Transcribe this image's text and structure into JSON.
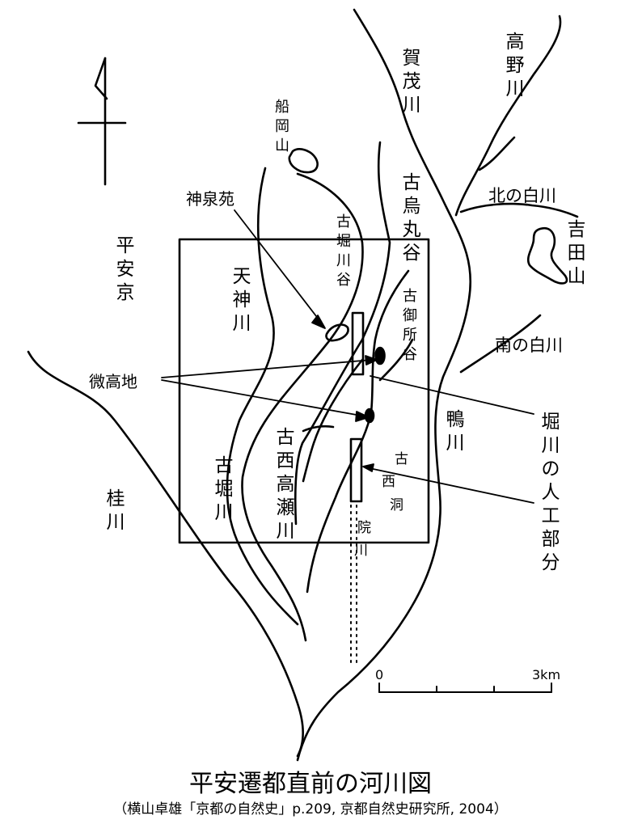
{
  "title": "平安遷都直前の河川図",
  "credit": "（横山卓雄「京都の自然史」p.209, 京都自然史研究所, 2004）",
  "labels": {
    "heiankyo": "平安京",
    "kamo": "賀茂川",
    "takano": "高野川",
    "funaokayama": "船岡山",
    "shinsenen": "神泉苑",
    "kitashirakawa": "北の白川",
    "yoshidayama": "吉田山",
    "minamishirakawa": "南の白川",
    "kokarasumadani": "古烏丸谷",
    "kohorikawadani": "古堀川谷",
    "tenjingawa": "天神川",
    "kogoshodani": "古御所谷",
    "bikouchi": "微高地",
    "kamogawa": "鴨川",
    "horikawa_artificial": "堀川の人工部分",
    "konishitakase": "古西高瀬川",
    "konishinotoin": "古西洞院川",
    "kohorikawa": "古堀川",
    "katsura": "桂川"
  },
  "scale": {
    "start": "0",
    "end": "3km"
  },
  "colors": {
    "ink": "#000000",
    "paper": "#ffffff"
  }
}
